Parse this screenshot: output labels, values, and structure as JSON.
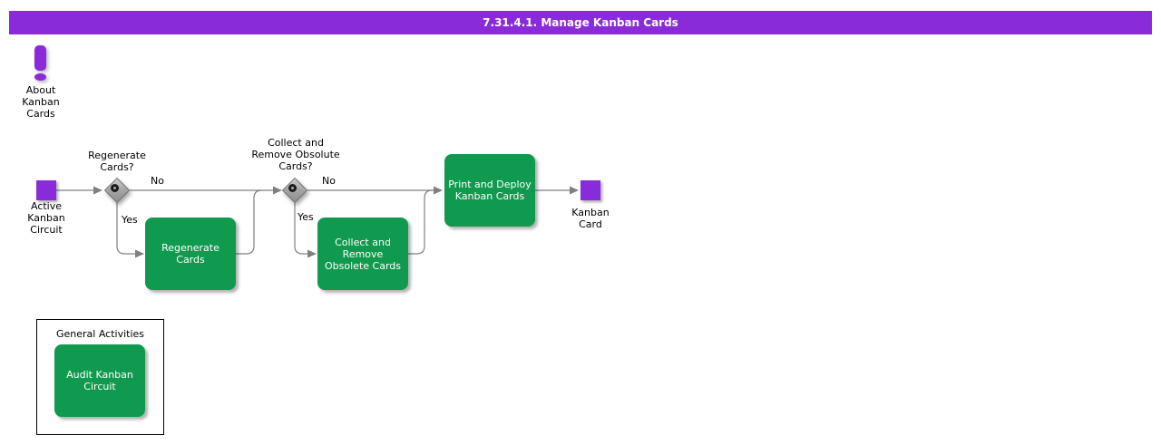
{
  "window": {
    "title": "7.31.4.1. Manage Kanban Cards"
  },
  "colors": {
    "accent_purple": "#8a2bd9",
    "task_green": "#109a4f",
    "connector_gray": "#808080",
    "diamond_gray": "#a6a6a6"
  },
  "about_note": {
    "label": "About\nKanban\nCards"
  },
  "flow": {
    "start_event": {
      "label": "Active\nKanban\nCircuit"
    },
    "decision_regenerate": {
      "question": "Regenerate\nCards?",
      "no_label": "No",
      "yes_label": "Yes"
    },
    "task_regenerate": {
      "label": "Regenerate\nCards"
    },
    "decision_collect": {
      "question": "Collect and\nRemove Obsolute\nCards?",
      "no_label": "No",
      "yes_label": "Yes"
    },
    "task_collect": {
      "label": "Collect and\nRemove\nObsolete Cards"
    },
    "task_print": {
      "label": "Print and Deploy\nKanban Cards"
    },
    "end_event": {
      "label": "Kanban\nCard"
    }
  },
  "general_activities": {
    "title": "General Activities",
    "task_audit": {
      "label": "Audit Kanban\nCircuit"
    }
  }
}
